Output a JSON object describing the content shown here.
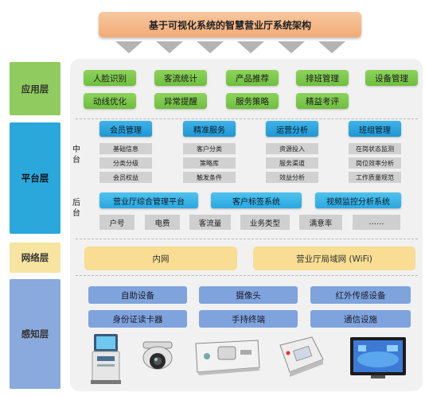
{
  "title": "基于可视化系统的智慧营业厅系统架构",
  "layers": {
    "app": "应用层",
    "platform": "平台层",
    "network": "网络层",
    "perception": "感知层"
  },
  "app_items": [
    "人脸识别",
    "客流统计",
    "产品推荐",
    "排班管理",
    "设备管理",
    "动线优化",
    "异常提醒",
    "服务策略",
    "精益考评"
  ],
  "platform": {
    "middle_label": "中台",
    "backend_label": "后台",
    "middle_modules": [
      {
        "name": "会员管理",
        "items": [
          "基础信息",
          "分类分级",
          "会员权益"
        ]
      },
      {
        "name": "精准服务",
        "items": [
          "客户分类",
          "策略库",
          "触发条件"
        ]
      },
      {
        "name": "运营分析",
        "items": [
          "资源投入",
          "服务渠道",
          "效益分析"
        ]
      },
      {
        "name": "班组管理",
        "items": [
          "在岗状态监测",
          "岗位效率分析",
          "工作质量规范"
        ]
      }
    ],
    "backend_systems": [
      "营业厅综合管理平台",
      "客户标签系统",
      "视频监控分析系统"
    ],
    "backend_data": [
      "户号",
      "电费",
      "客流量",
      "业务类型",
      "满意率",
      "……"
    ]
  },
  "network_items": [
    "内网",
    "营业厅局域网 (WiFi)"
  ],
  "perception_items": [
    "自助设备",
    "摄像头",
    "红外传感设备",
    "身份证读卡器",
    "手持终端",
    "通信设施"
  ],
  "device_icons": [
    "self-service-kiosk-icon",
    "dome-camera-icon",
    "handheld-terminal-icon",
    "id-card-reader-icon",
    "display-screen-icon"
  ]
}
